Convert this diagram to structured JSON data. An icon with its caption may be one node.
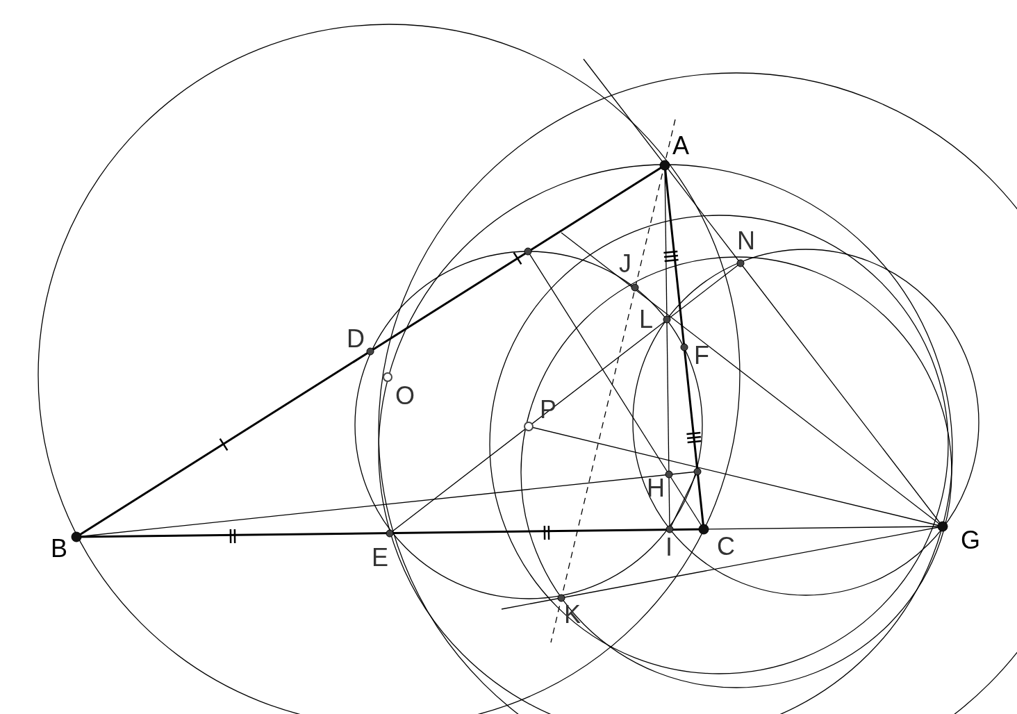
{
  "diagram": {
    "labels": [
      "A",
      "N",
      "J",
      "L",
      "D",
      "F",
      "O",
      "P",
      "H",
      "B",
      "E",
      "C",
      "I",
      "G",
      "K"
    ]
  }
}
